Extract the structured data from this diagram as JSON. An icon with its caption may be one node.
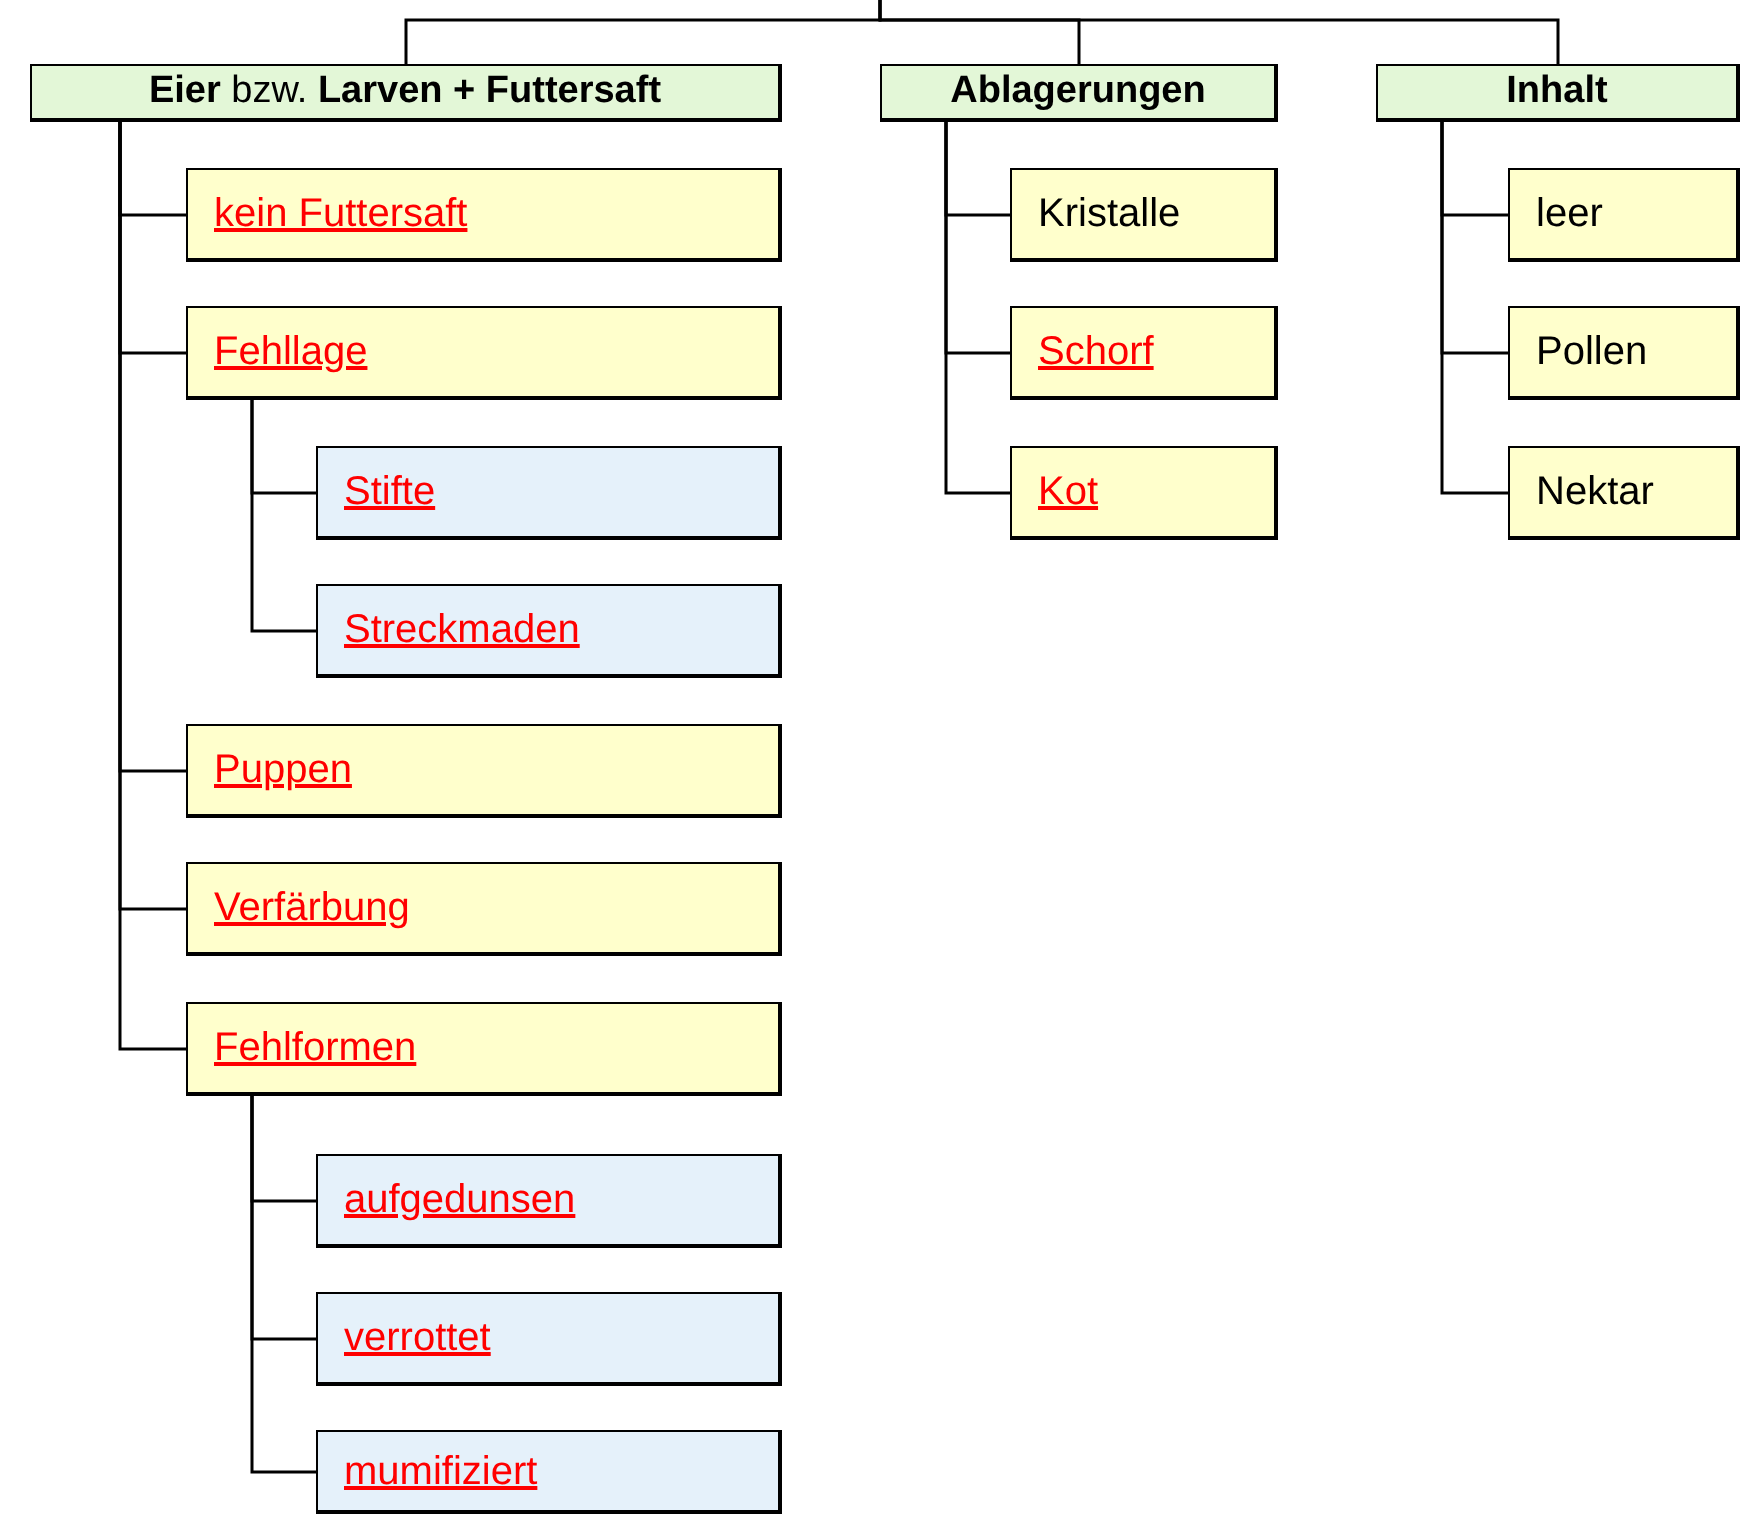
{
  "diagram": {
    "nodes": [
      {
        "text": [
          "**Eier** bzw. **Larven + Futtersaft**"
        ]
      },
      {
        "text": [
          "kein Futtersaft"
        ]
      },
      {
        "text": [
          "Fehllage"
        ]
      },
      {
        "text": [
          "Stifte"
        ]
      },
      {
        "text": [
          "Streckmaden"
        ]
      },
      {
        "text": [
          "Puppen"
        ]
      },
      {
        "text": [
          "Verfärbung"
        ]
      },
      {
        "text": [
          "Fehlformen"
        ]
      },
      {
        "text": [
          "aufgedunsen"
        ]
      },
      {
        "text": [
          "verrottet"
        ]
      },
      {
        "text": [
          "mumifiziert"
        ]
      },
      {
        "text": [
          "Ablagerungen"
        ]
      },
      {
        "text": [
          "Kristalle"
        ]
      },
      {
        "text": [
          "Schorf"
        ]
      },
      {
        "text": [
          "Kot"
        ]
      },
      {
        "text": [
          "Inhalt"
        ]
      },
      {
        "text": [
          "leer"
        ]
      },
      {
        "text": [
          "Pollen"
        ]
      },
      {
        "text": [
          "Nektar"
        ]
      }
    ],
    "edges": [
      {
        "from": null,
        "to": 0,
        "arrow": "none"
      },
      {
        "from": null,
        "to": 11,
        "arrow": "none"
      },
      {
        "from": null,
        "to": 15,
        "arrow": "none"
      },
      {
        "from": 0,
        "to": 1,
        "arrow": "none"
      },
      {
        "from": 0,
        "to": 2,
        "arrow": "none"
      },
      {
        "from": 2,
        "to": 3,
        "arrow": "none"
      },
      {
        "from": 2,
        "to": 4,
        "arrow": "none"
      },
      {
        "from": 0,
        "to": 5,
        "arrow": "none"
      },
      {
        "from": 0,
        "to": 6,
        "arrow": "none"
      },
      {
        "from": 0,
        "to": 7,
        "arrow": "none"
      },
      {
        "from": 7,
        "to": 8,
        "arrow": "none"
      },
      {
        "from": 7,
        "to": 9,
        "arrow": "none"
      },
      {
        "from": 7,
        "to": 10,
        "arrow": "none"
      },
      {
        "from": 11,
        "to": 12,
        "arrow": "none"
      },
      {
        "from": 11,
        "to": 13,
        "arrow": "none"
      },
      {
        "from": 11,
        "to": 14,
        "arrow": "none"
      },
      {
        "from": 15,
        "to": 16,
        "arrow": "none"
      },
      {
        "from": 15,
        "to": 17,
        "arrow": "none"
      },
      {
        "from": 15,
        "to": 18,
        "arrow": "none"
      }
    ]
  }
}
